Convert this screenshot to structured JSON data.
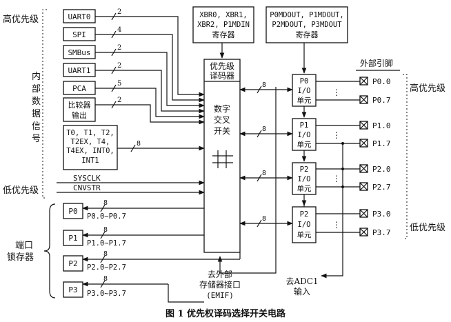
{
  "labels": {
    "high_priority_left": "高优先级",
    "low_priority_left": "低优先级",
    "internal_signals": [
      "内",
      "部",
      "数",
      "据",
      "信",
      "号"
    ],
    "high_priority_right": "高优先级",
    "low_priority_right": "低优先级",
    "external_pins": "外部引脚",
    "port_latch": [
      "端口",
      "锁存器"
    ],
    "emif": [
      "去外部",
      "存储器接口",
      "(EMIF)"
    ],
    "adc": [
      "去ADC1",
      "输入"
    ],
    "caption": "图 1  优先权译码选择开关电路"
  },
  "inputs": [
    {
      "label": "UART0",
      "width": "2"
    },
    {
      "label": "SPI",
      "width": "4"
    },
    {
      "label": "SMBus",
      "width": "2"
    },
    {
      "label": "UART1",
      "width": "2"
    },
    {
      "label": "PCA",
      "width": "5"
    },
    {
      "label": [
        "比较器",
        "输出"
      ],
      "width": "2"
    }
  ],
  "timers": {
    "lines": [
      "T0, T1, T2,",
      "T2EX, T4,",
      "T4EX, INT0,",
      "INT1"
    ],
    "width": "8"
  },
  "sysclk": "SYSCLK",
  "cnvstr": "CNVSTR",
  "xbr": {
    "lines": [
      "XBR0, XBR1,",
      "XBR2, P1MDIN",
      "寄存器"
    ]
  },
  "pmdout": {
    "lines": [
      "P0MDOUT, P1MDOUT,",
      "P2MDOUT, P3MDOUT",
      "寄存器"
    ]
  },
  "decoder": {
    "title": [
      "优先级",
      "译码器"
    ],
    "body": [
      "数字",
      "交叉",
      "开关"
    ]
  },
  "ports": [
    {
      "lines": [
        "P0",
        "I/O",
        "单元"
      ],
      "pin_a": "P0.0",
      "pin_b": "P0.7",
      "width": "8"
    },
    {
      "lines": [
        "P1",
        "I/O",
        "单元"
      ],
      "pin_a": "P1.0",
      "pin_b": "P1.7",
      "width": "8"
    },
    {
      "lines": [
        "P2",
        "I/O",
        "单元"
      ],
      "pin_a": "P2.0",
      "pin_b": "P2.7",
      "width": "8"
    },
    {
      "lines": [
        "P2",
        "I/O",
        "单元"
      ],
      "pin_a": "P3.0",
      "pin_b": "P3.7",
      "width": "8"
    }
  ],
  "latches": [
    {
      "label": "P0",
      "range": "P0.0~P0.7",
      "width": "8"
    },
    {
      "label": "P1",
      "range": "P1.0~P1.7",
      "width": "8"
    },
    {
      "label": "P2",
      "range": "P2.0~P2.7",
      "width": "8"
    },
    {
      "label": "P3",
      "range": "P3.0~P3.7",
      "width": "8"
    }
  ],
  "ellipsis": "⋮"
}
